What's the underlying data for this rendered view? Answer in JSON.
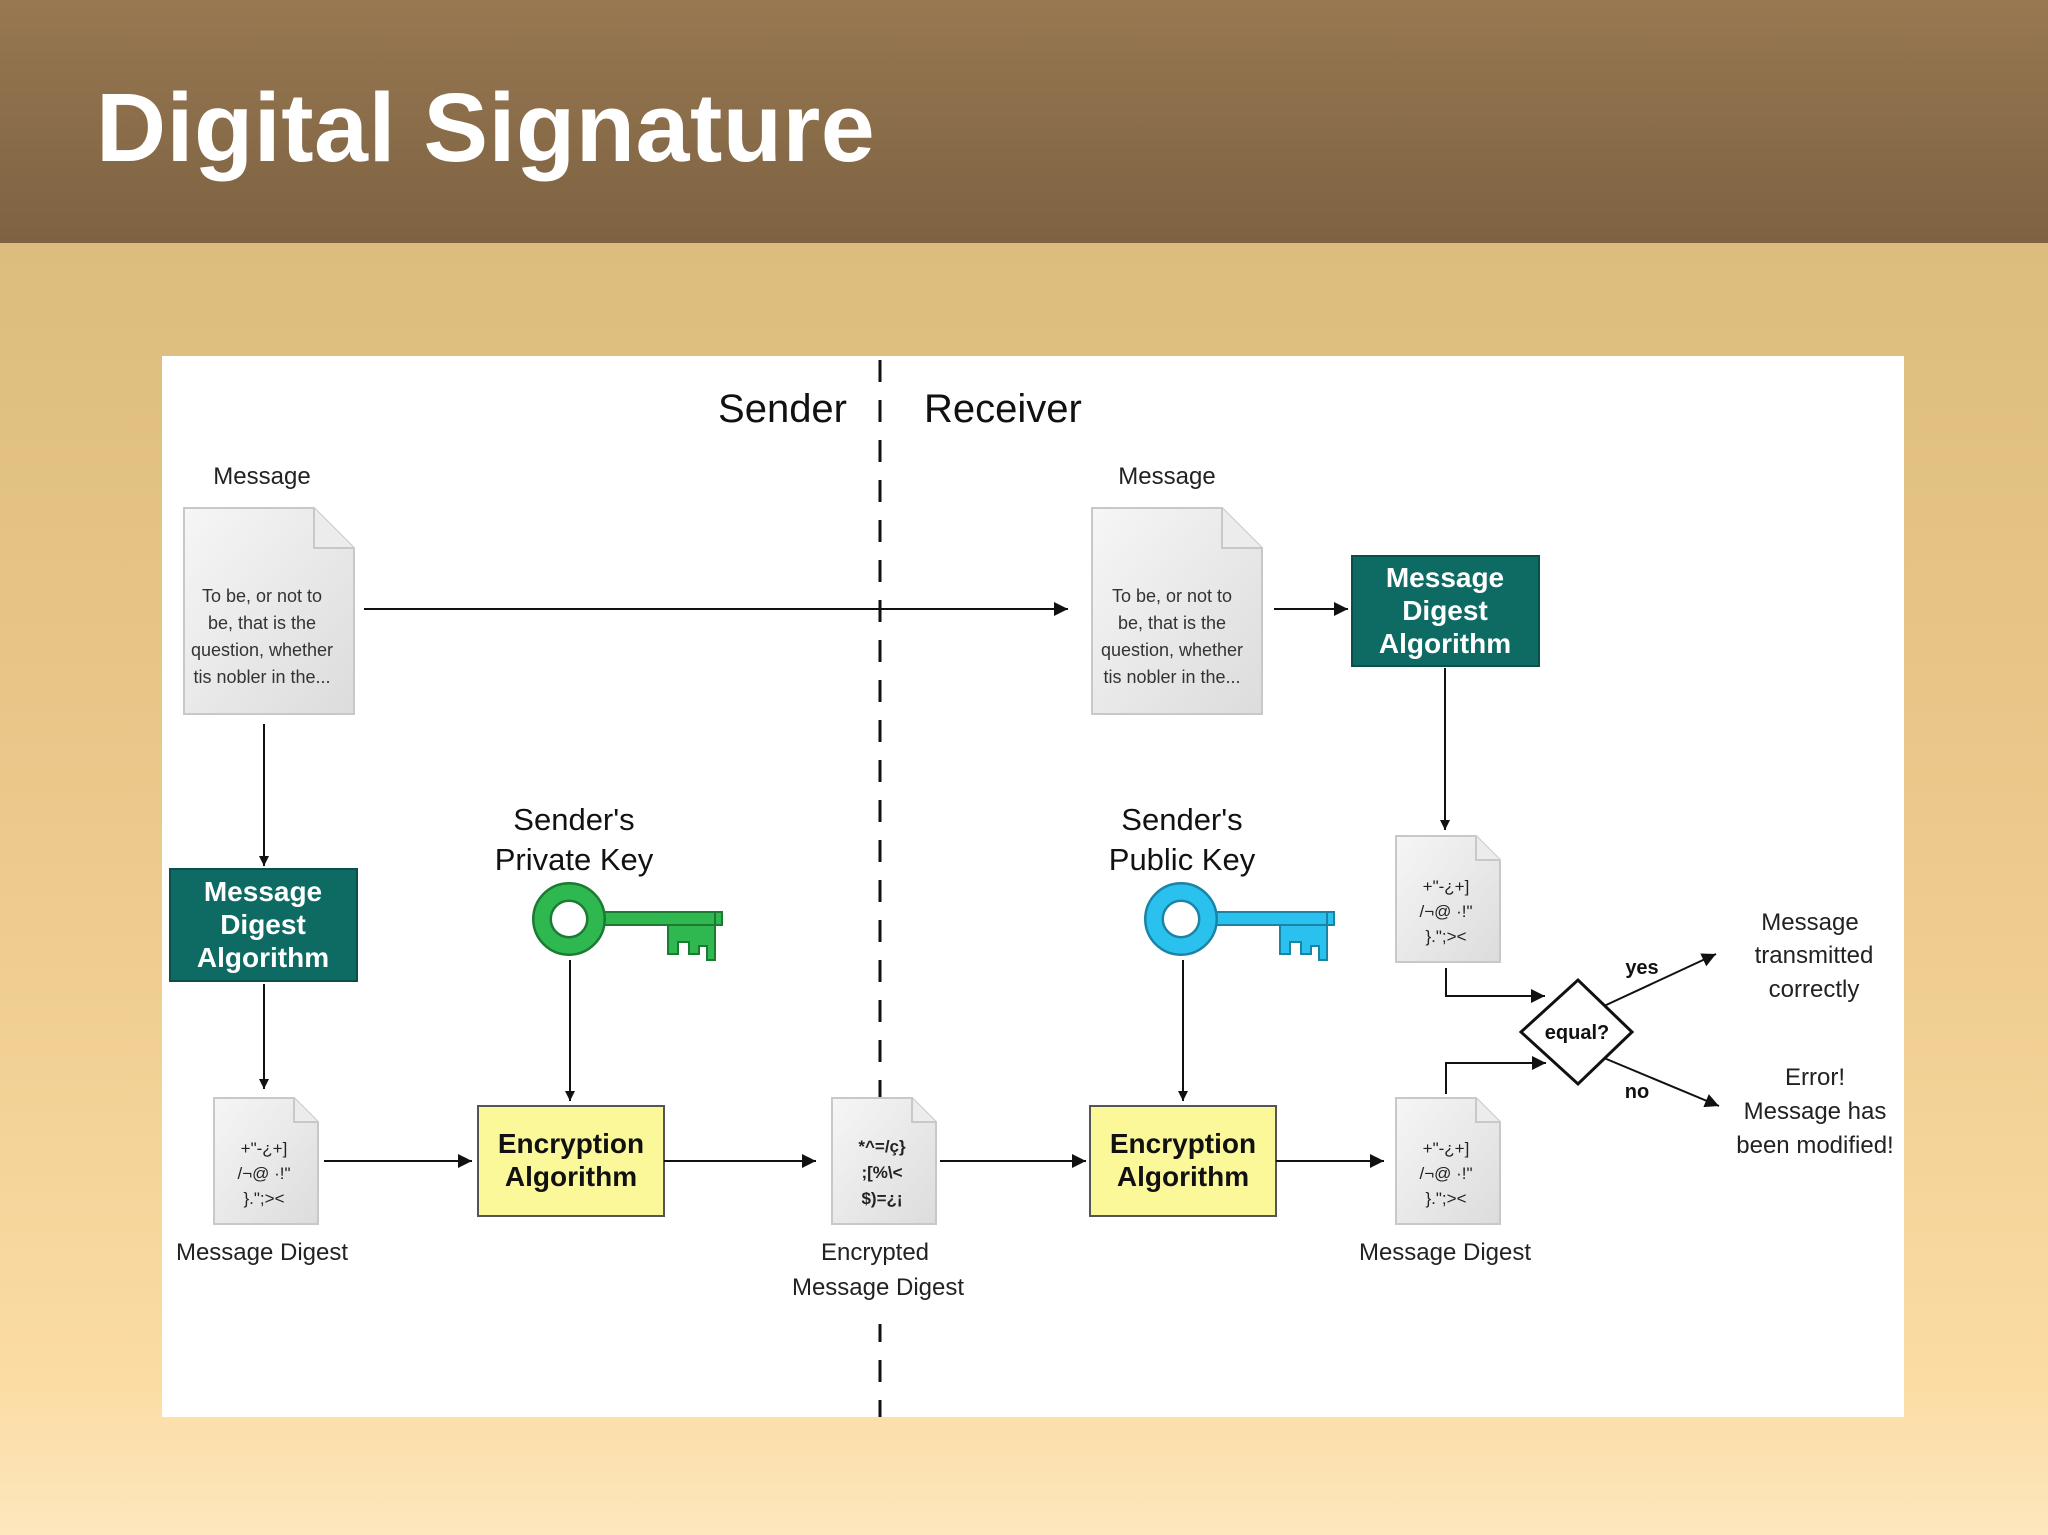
{
  "slide": {
    "title": "Digital Signature"
  },
  "diagram": {
    "sender_label": "Sender",
    "receiver_label": "Receiver",
    "message_label": "Message",
    "message_text": [
      "To be, or not to",
      "be, that is the",
      "question, whether",
      "tis nobler in the..."
    ],
    "mda_box": [
      "Message",
      "Digest",
      "Algorithm"
    ],
    "enc_box": [
      "Encryption",
      "Algorithm"
    ],
    "private_key_label": [
      "Sender's",
      "Private Key"
    ],
    "public_key_label": [
      "Sender's",
      "Public Key"
    ],
    "digest_text": [
      "+\"-¿+]",
      "/¬@ ·!\"",
      "}.\";><"
    ],
    "encrypted_text": [
      "*^=/ç}",
      ";[%\\<",
      "$)=¿¡"
    ],
    "message_digest_label": "Message Digest",
    "encrypted_label": [
      "Encrypted",
      "Message Digest"
    ],
    "equal_label": "equal?",
    "yes_label": "yes",
    "no_label": "no",
    "ok_text": [
      "Message",
      "transmitted",
      "correctly"
    ],
    "error_text": [
      "Error!",
      "Message has",
      "been modified!"
    ],
    "colors": {
      "teal": "#0e6b63",
      "yellow": "#fbf89a",
      "private_key": "#2eb84f",
      "public_key": "#2bc1ee"
    }
  }
}
